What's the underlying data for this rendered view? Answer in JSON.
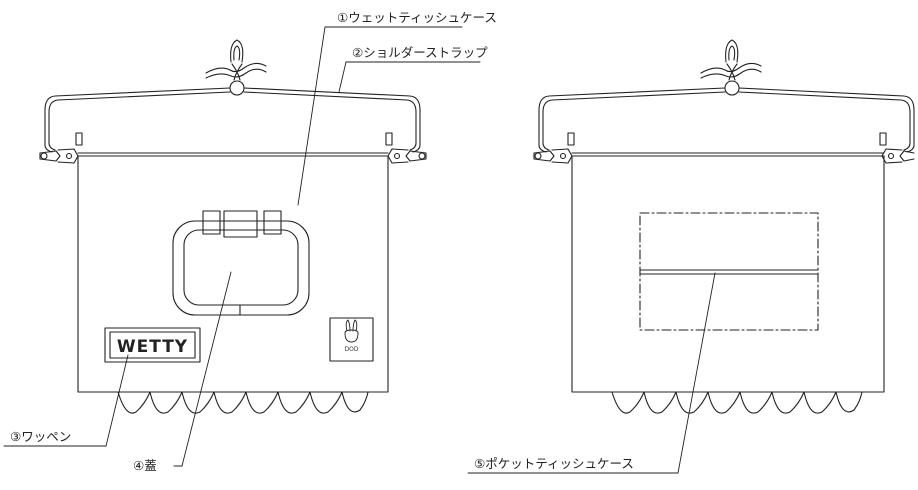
{
  "callouts": {
    "wet_tissue_case": "①ウェットティッシュケース",
    "shoulder_strap": "②ショルダーストラップ",
    "patch": "③ワッペン",
    "lid": "④蓋",
    "pocket_tissue_case": "⑤ポケットティッシュケース"
  },
  "patch_label": "WETTY",
  "brand_label": "DOD",
  "colors": {
    "line": "#222222",
    "background": "#ffffff"
  }
}
